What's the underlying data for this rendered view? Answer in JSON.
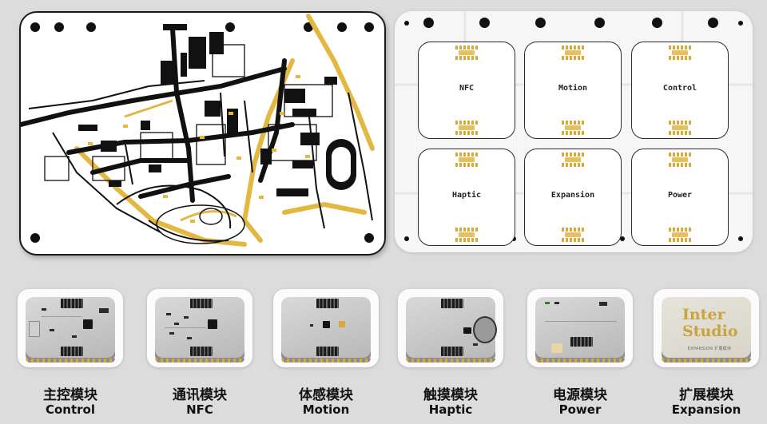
{
  "layout_board": {
    "slots": [
      {
        "id": "nfc",
        "label": "NFC"
      },
      {
        "id": "motion",
        "label": "Motion"
      },
      {
        "id": "control",
        "label": "Control"
      },
      {
        "id": "haptic",
        "label": "Haptic"
      },
      {
        "id": "expansion",
        "label": "Expansion"
      },
      {
        "id": "power",
        "label": "Power"
      }
    ]
  },
  "modules": [
    {
      "zh": "主控模块",
      "en": "Control"
    },
    {
      "zh": "通讯模块",
      "en": "NFC"
    },
    {
      "zh": "体感模块",
      "en": "Motion"
    },
    {
      "zh": "触摸模块",
      "en": "Haptic"
    },
    {
      "zh": "电源模块",
      "en": "Power"
    },
    {
      "zh": "扩展模块",
      "en": "Expansion"
    }
  ],
  "expansion_board": {
    "logo_line1": "Inter",
    "logo_line2": "Studio",
    "small_text": "EXPANSION 扩展模块"
  },
  "colors": {
    "background": "#dcdcdc",
    "board_white": "#ffffff",
    "pcb_gray": "#c4c4c4",
    "gold": "#d8a936",
    "ink": "#111111"
  }
}
